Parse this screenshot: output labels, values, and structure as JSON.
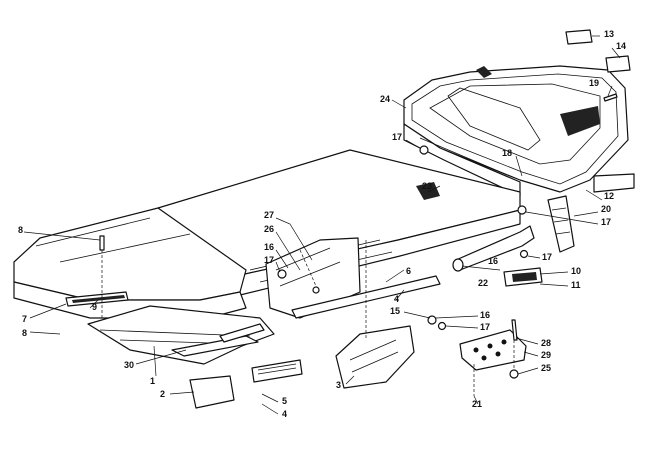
{
  "callouts": [
    {
      "id": "c13",
      "label": "13"
    },
    {
      "id": "c14",
      "label": "14"
    },
    {
      "id": "c19",
      "label": "19"
    },
    {
      "id": "c24",
      "label": "24"
    },
    {
      "id": "c17a",
      "label": "17"
    },
    {
      "id": "c18",
      "label": "18"
    },
    {
      "id": "c12",
      "label": "12"
    },
    {
      "id": "c20",
      "label": "20"
    },
    {
      "id": "c17b",
      "label": "17"
    },
    {
      "id": "c23",
      "label": "23"
    },
    {
      "id": "c8a",
      "label": "8"
    },
    {
      "id": "c27",
      "label": "27"
    },
    {
      "id": "c26",
      "label": "26"
    },
    {
      "id": "c16a",
      "label": "16"
    },
    {
      "id": "c17c",
      "label": "17"
    },
    {
      "id": "c6",
      "label": "6"
    },
    {
      "id": "c16b",
      "label": "16"
    },
    {
      "id": "c17d",
      "label": "17"
    },
    {
      "id": "c22",
      "label": "22"
    },
    {
      "id": "c10",
      "label": "10"
    },
    {
      "id": "c11",
      "label": "11"
    },
    {
      "id": "c4a",
      "label": "4"
    },
    {
      "id": "c15",
      "label": "15"
    },
    {
      "id": "c16c",
      "label": "16"
    },
    {
      "id": "c17e",
      "label": "17"
    },
    {
      "id": "c7",
      "label": "7"
    },
    {
      "id": "c9",
      "label": "9"
    },
    {
      "id": "c8b",
      "label": "8"
    },
    {
      "id": "c30",
      "label": "30"
    },
    {
      "id": "c1",
      "label": "1"
    },
    {
      "id": "c28",
      "label": "28"
    },
    {
      "id": "c29",
      "label": "29"
    },
    {
      "id": "c25",
      "label": "25"
    },
    {
      "id": "c3",
      "label": "3"
    },
    {
      "id": "c2",
      "label": "2"
    },
    {
      "id": "c5",
      "label": "5"
    },
    {
      "id": "c4b",
      "label": "4"
    },
    {
      "id": "c21",
      "label": "21"
    }
  ]
}
